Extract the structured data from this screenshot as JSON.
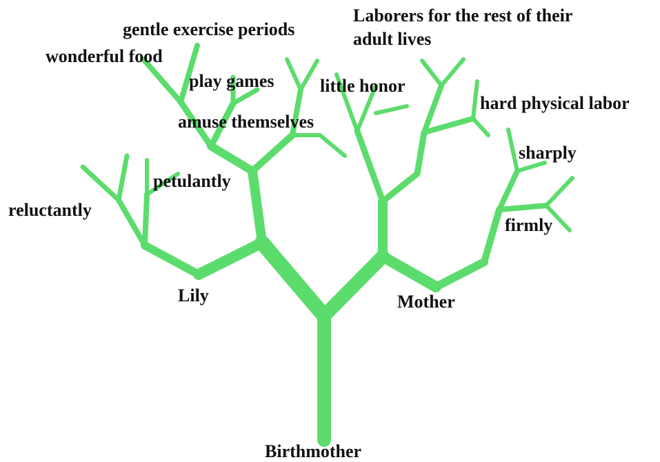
{
  "colors": {
    "branch": "#5cdc6c",
    "text": "#111111",
    "background": "#ffffff"
  },
  "labels": {
    "birthmother": "Birthmother",
    "lily": "Lily",
    "mother": "Mother",
    "reluctantly": "reluctantly",
    "petulantly": "petulantly",
    "amuse_themselves": "amuse themselves",
    "play_games": "play games",
    "wonderful_food": "wonderful food",
    "gentle_exercise_periods": "gentle exercise periods",
    "little_honor": "little honor",
    "laborers": "Laborers for the rest of their adult lives",
    "hard_physical_labor": "hard physical labor",
    "sharply": "sharply",
    "firmly": "firmly"
  }
}
